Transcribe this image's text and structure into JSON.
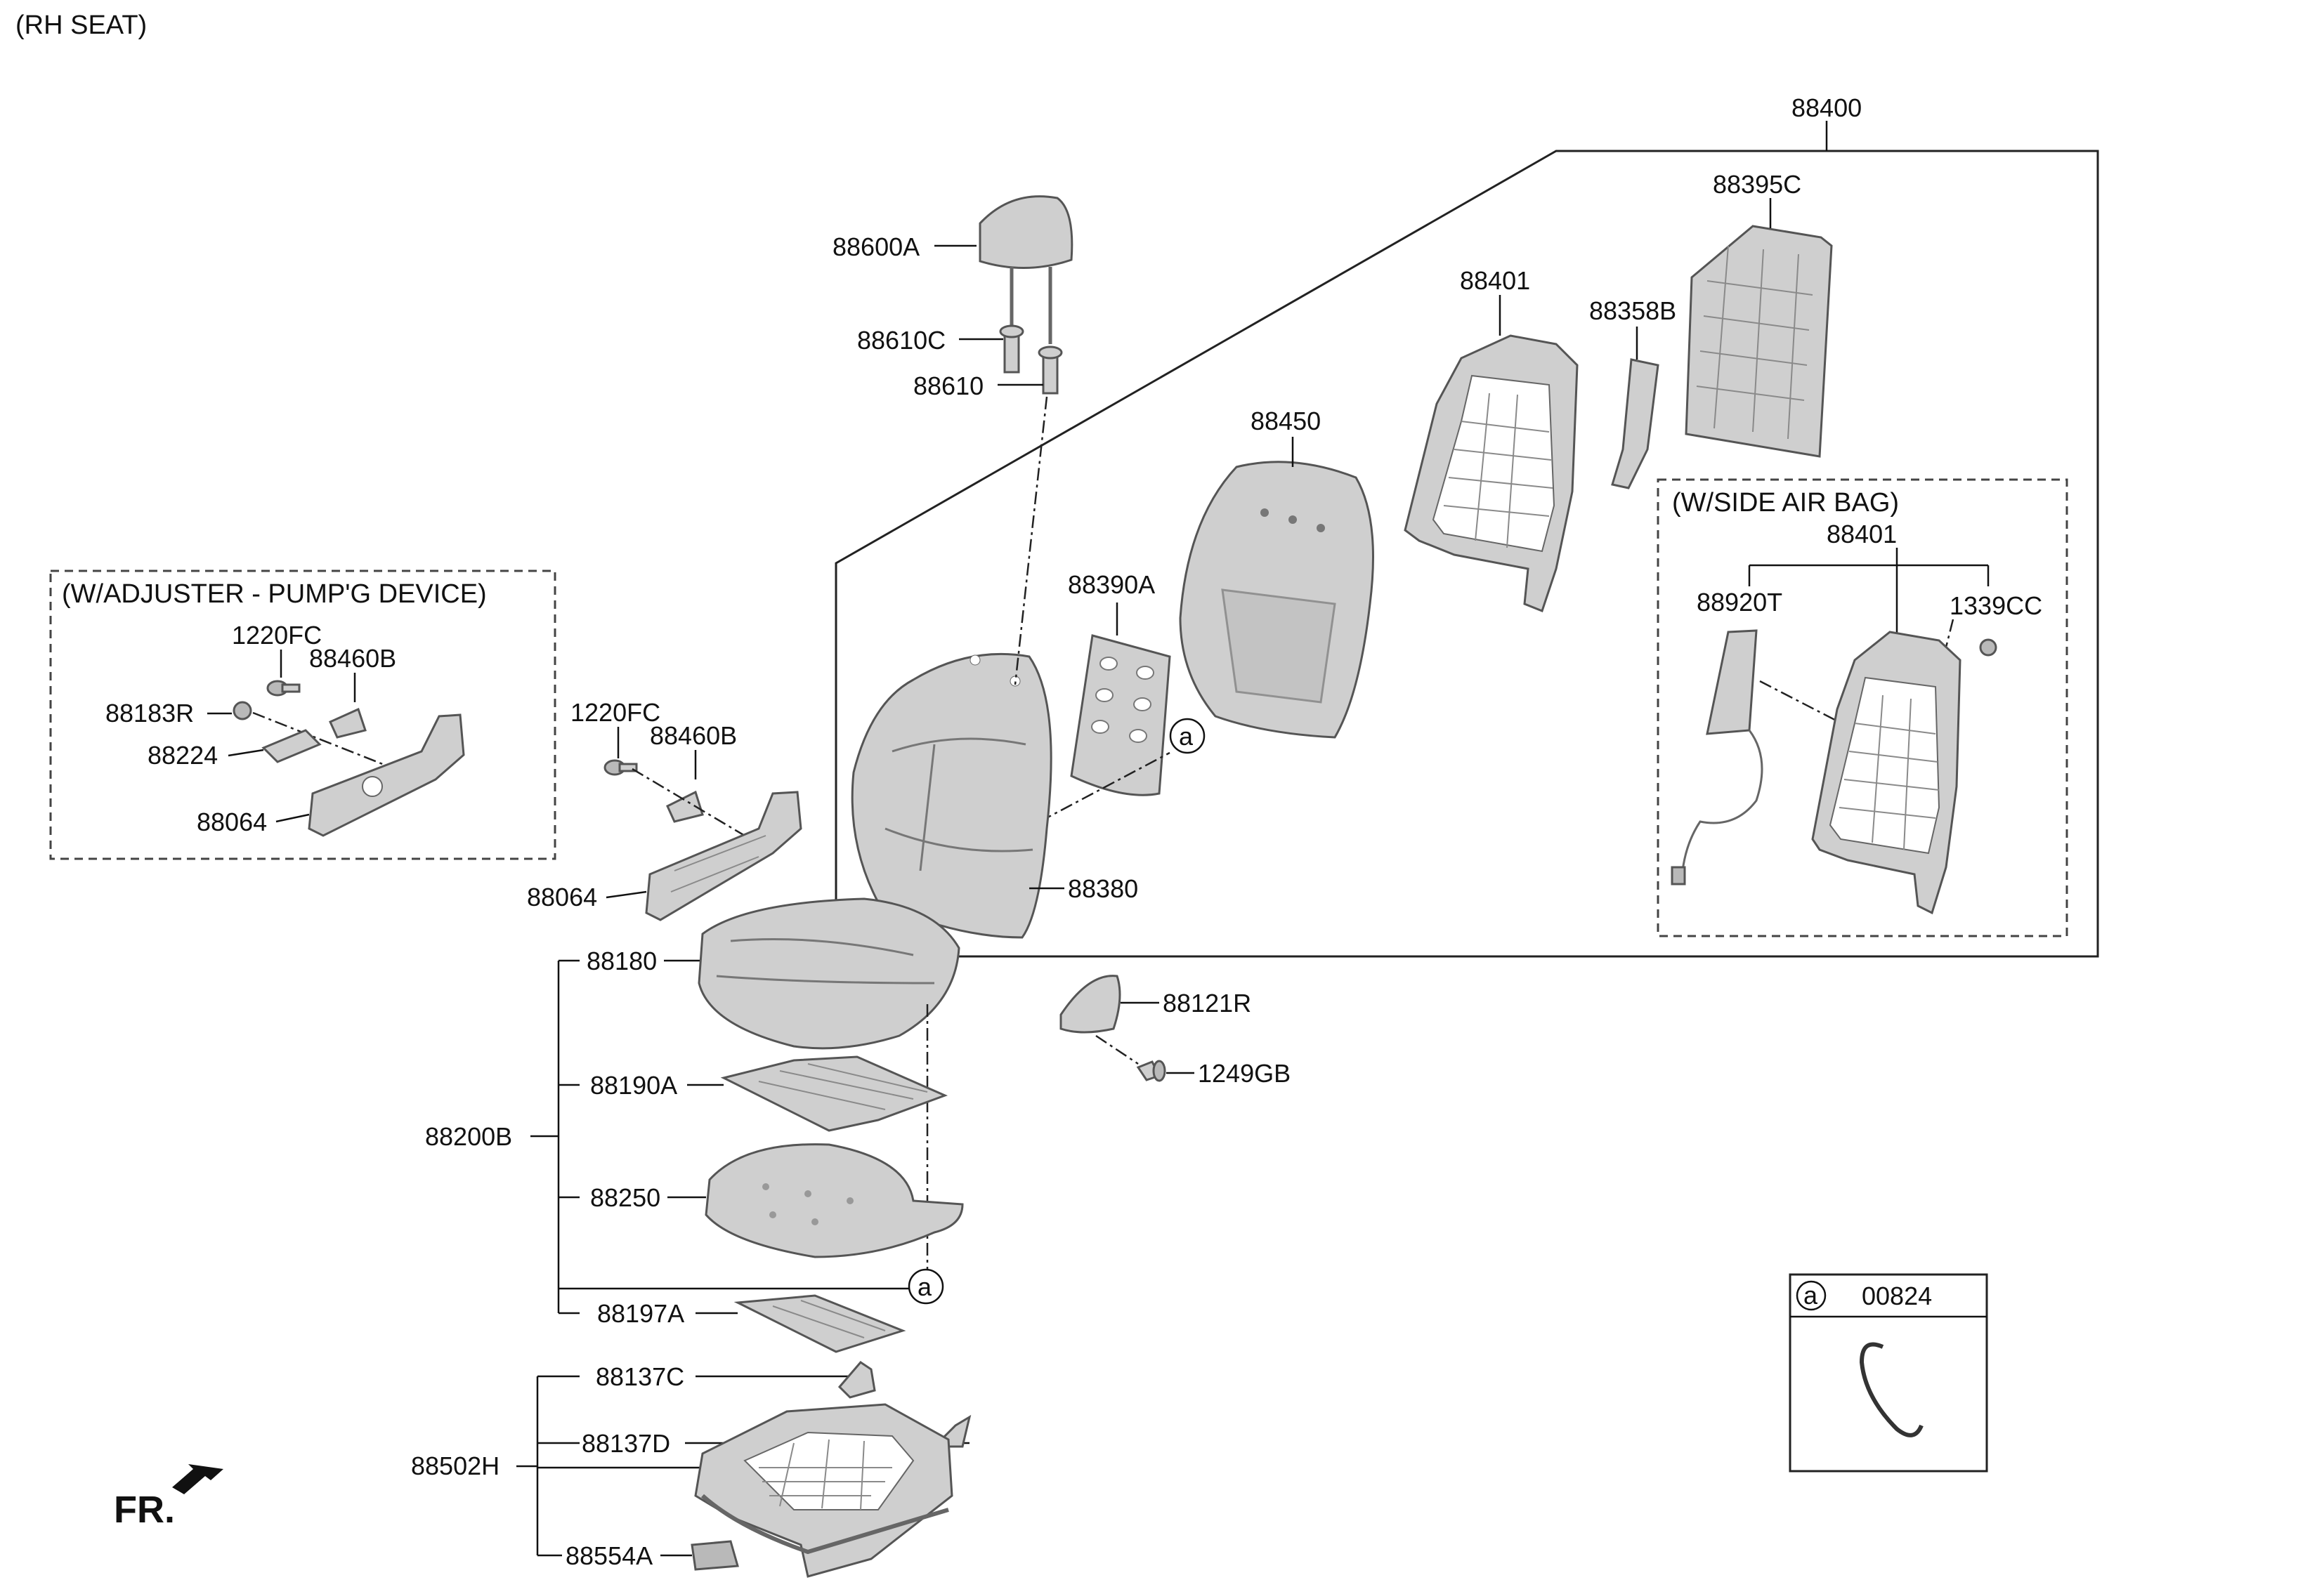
{
  "header": {
    "title": "(RH SEAT)"
  },
  "insets": {
    "adjuster": {
      "title": "(W/ADJUSTER - PUMP'G DEVICE)"
    },
    "side_airbag": {
      "title": "(W/SIDE AIR BAG)"
    }
  },
  "parts": {
    "p88400": "88400",
    "p88395C": "88395C",
    "p88401": "88401",
    "p88358B": "88358B",
    "p88450": "88450",
    "p88390A": "88390A",
    "p88380": "88380",
    "p88600A": "88600A",
    "p88610C": "88610C",
    "p88610": "88610",
    "p1220FC_a": "1220FC",
    "p88460B_a": "88460B",
    "p88183R": "88183R",
    "p88224": "88224",
    "p88064_a": "88064",
    "p1220FC_b": "1220FC",
    "p88460B_b": "88460B",
    "p88064_b": "88064",
    "p88180": "88180",
    "p88190A": "88190A",
    "p88200B": "88200B",
    "p88250": "88250",
    "p88197A": "88197A",
    "p88137C": "88137C",
    "p88137D": "88137D",
    "p88502H": "88502H",
    "p88554A": "88554A",
    "p88121R": "88121R",
    "p1249GB": "1249GB",
    "p88401_sab": "88401",
    "p88920T": "88920T",
    "p1339CC": "1339CC"
  },
  "callouts": {
    "a": "a"
  },
  "legend": {
    "circle": "a",
    "part": "00824"
  },
  "orientation": {
    "label": "FR."
  }
}
